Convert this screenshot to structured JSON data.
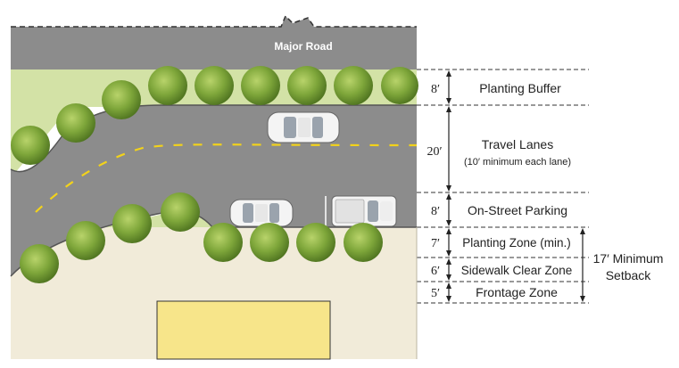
{
  "diagram": {
    "road_name": "Major Road",
    "colors": {
      "road": "#8c8c8c",
      "lane_marking": "#f2d21b",
      "planting_green": "#d3e2a6",
      "sidewalk": "#f1ebd9",
      "building": "#f7e58a",
      "tree": "#7ea63a",
      "dimension_line": "#222222"
    },
    "zones": [
      {
        "key": "planting-buffer",
        "dimension": "8′",
        "label": "Planting Buffer",
        "sublabel": ""
      },
      {
        "key": "travel-lanes",
        "dimension": "20′",
        "label": "Travel Lanes",
        "sublabel": "(10′ minimum each lane)"
      },
      {
        "key": "on-street-parking",
        "dimension": "8′",
        "label": "On-Street Parking",
        "sublabel": ""
      },
      {
        "key": "planting-zone",
        "dimension": "7′",
        "label": "Planting Zone (min.)",
        "sublabel": ""
      },
      {
        "key": "sidewalk-clear-zone",
        "dimension": "6′",
        "label": "Sidewalk Clear Zone",
        "sublabel": ""
      },
      {
        "key": "frontage-zone",
        "dimension": "5′",
        "label": "Frontage Zone",
        "sublabel": ""
      }
    ],
    "setback": {
      "line1": "17′ Minimum",
      "line2": "Setback"
    }
  }
}
